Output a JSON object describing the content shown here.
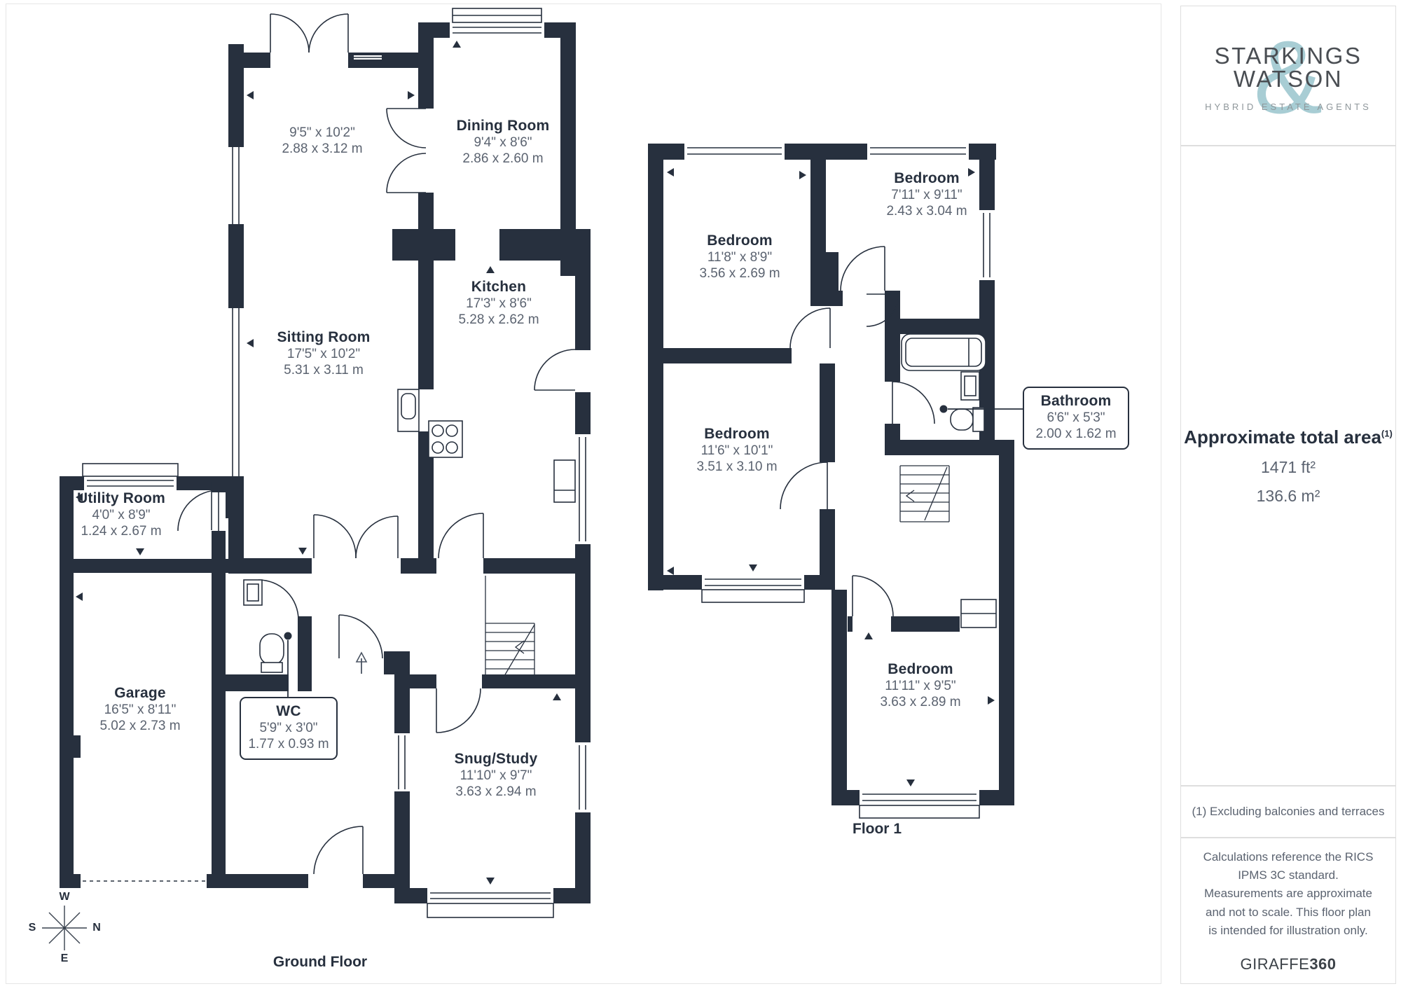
{
  "branding": {
    "name_line1": "STARKINGS",
    "name_line2": "WATSON",
    "ampersand": "&",
    "tagline": "HYBRID ESTATE AGENTS"
  },
  "sidebar": {
    "area_title": "Approximate total area",
    "area_title_superscript": "(1)",
    "area_imperial": "1471 ft²",
    "area_metric": "136.6 m²",
    "footnote": "(1) Excluding balconies and terraces",
    "disclaimer": "Calculations reference the RICS IPMS 3C standard. Measurements are approximate and not to scale. This floor plan is intended for illustration only.",
    "brand_normal": "GIRAFFE",
    "brand_bold": "360"
  },
  "ground_floor": {
    "title": "Ground Floor",
    "rooms": [
      {
        "name": "",
        "imperial": "9'5\" x 10'2\"",
        "metric": "2.88 x 3.12 m"
      },
      {
        "name": "Dining Room",
        "imperial": "9'4\" x 8'6\"",
        "metric": "2.86 x 2.60 m"
      },
      {
        "name": "Kitchen",
        "imperial": "17'3\" x 8'6\"",
        "metric": "5.28 x 2.62 m"
      },
      {
        "name": "Sitting Room",
        "imperial": "17'5\" x 10'2\"",
        "metric": "5.31 x 3.11 m"
      },
      {
        "name": "Utility Room",
        "imperial": "4'0\" x 8'9\"",
        "metric": "1.24 x 2.67 m"
      },
      {
        "name": "Garage",
        "imperial": "16'5\" x 8'11\"",
        "metric": "5.02 x 2.73 m"
      },
      {
        "name": "WC",
        "imperial": "5'9\" x 3'0\"",
        "metric": "1.77 x 0.93 m"
      },
      {
        "name": "Snug/Study",
        "imperial": "11'10\" x 9'7\"",
        "metric": "3.63 x 2.94 m"
      }
    ]
  },
  "floor1": {
    "title": "Floor 1",
    "rooms": [
      {
        "name": "Bedroom",
        "imperial": "11'8\" x 8'9\"",
        "metric": "3.56 x 2.69 m"
      },
      {
        "name": "Bedroom",
        "imperial": "7'11\" x 9'11\"",
        "metric": "2.43 x 3.04 m"
      },
      {
        "name": "Bedroom",
        "imperial": "11'6\" x 10'1\"",
        "metric": "3.51 x 3.10 m"
      },
      {
        "name": "Bathroom",
        "imperial": "6'6\" x 5'3\"",
        "metric": "2.00 x 1.62 m"
      },
      {
        "name": "Bedroom",
        "imperial": "11'11\" x 9'5\"",
        "metric": "3.63 x 2.89 m"
      }
    ]
  },
  "compass": {
    "north": "N",
    "south": "S",
    "east": "E",
    "west": "W"
  },
  "colors": {
    "wall": "#27303E",
    "dimension_text": "#5B6370",
    "room_text": "#27303E",
    "logo_teal": "#A8CDD4",
    "border_gray": "#DEDEDE"
  }
}
